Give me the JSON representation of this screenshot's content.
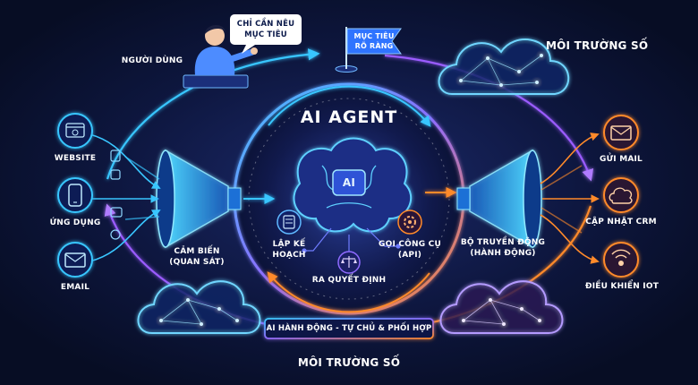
{
  "diagram": {
    "center_title": "AI AGENT",
    "center_chip": "AI",
    "user": {
      "label": "NGƯỜI DÙNG",
      "speech_line1": "CHỈ CẦN NÊU",
      "speech_line2": "MỤC TIÊU"
    },
    "goal_flag": {
      "line1": "MỤC TIÊU",
      "line2": "RÕ RÀNG"
    },
    "env_top": "MÔI TRƯỜNG SỐ",
    "env_bottom": "MÔI TRƯỜNG SỐ",
    "inputs": [
      "WEBSITE",
      "ỨNG DỤNG",
      "EMAIL"
    ],
    "sensor": {
      "line1": "CẢM BIẾN",
      "line2": "(QUAN SÁT)"
    },
    "plan": {
      "line1": "LẬP KẾ",
      "line2": "HOẠCH"
    },
    "tools": {
      "line1": "GỌI CÔNG CỤ",
      "line2": "(API)"
    },
    "decide": "RA QUYẾT ĐỊNH",
    "actuator": {
      "line1": "BỘ TRUYỀN ĐỘNG",
      "line2": "(HÀNH ĐỘNG)"
    },
    "outputs": [
      "GỬI MAIL",
      "CẬP NHẬT CRM",
      "ĐIỀU KHIỂN IOT"
    ],
    "banner": "AI HÀNH ĐỘNG - TỰ CHỦ & PHỐI HỢP"
  },
  "colors": {
    "background": "#0a1230",
    "cyan": "#39c6ff",
    "purple": "#9b5cff",
    "orange": "#ff8a2a",
    "ring": "#ffffff"
  }
}
